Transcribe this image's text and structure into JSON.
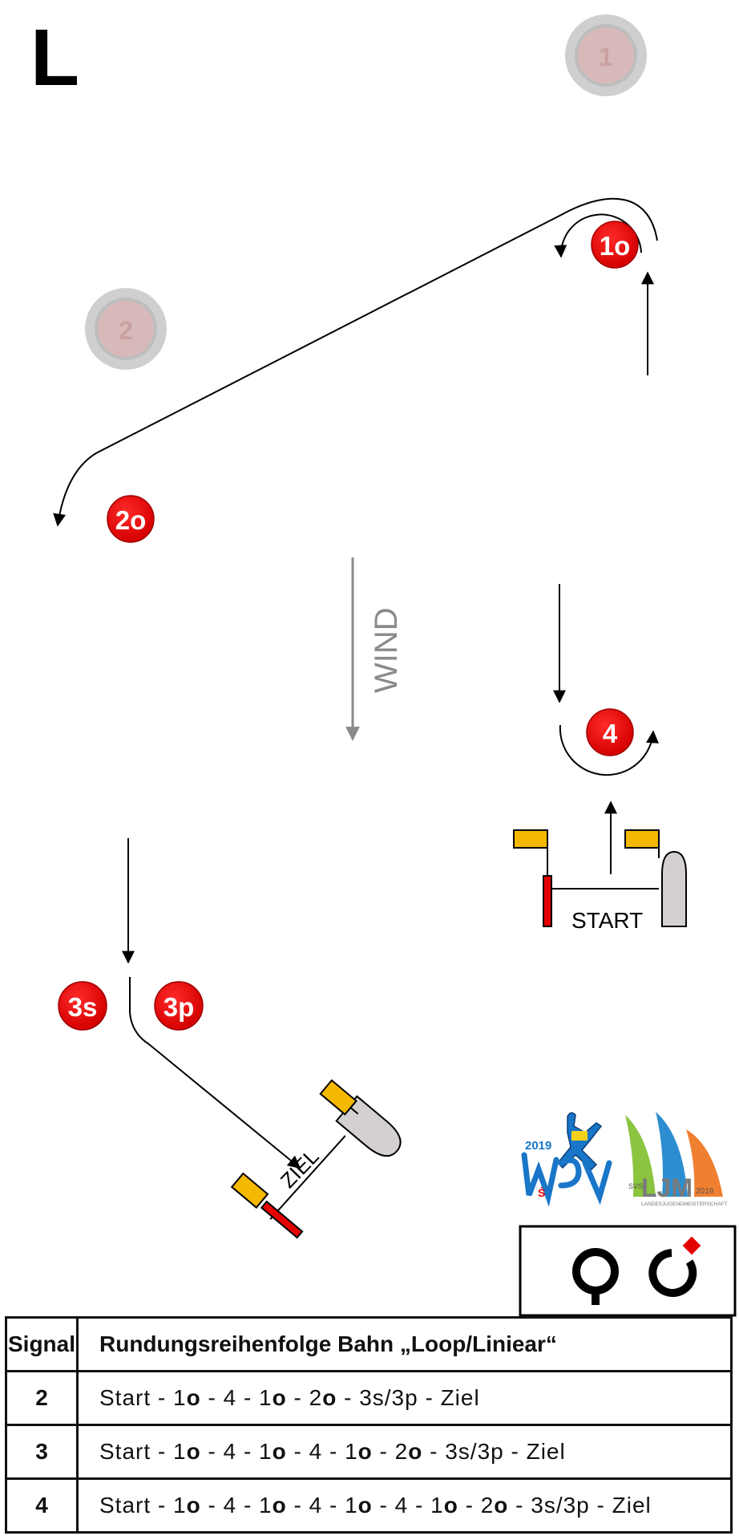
{
  "course": {
    "letter": "L",
    "wind_label": "WIND",
    "start_label": "START",
    "finish_label": "ZIEL"
  },
  "marks": {
    "m1o": "1o",
    "m2o": "2o",
    "m4": "4",
    "m3s": "3s",
    "m3p": "3p",
    "ghost1": "1",
    "ghost2": "2"
  },
  "table": {
    "header_signal": "Signal",
    "header_sequence": "Rundungsreihenfolge  Bahn „Loop/Liniear“",
    "rows": [
      {
        "signal": "2",
        "sequence": "Start - 1o - 4 - 1o - 2o - 3s/3p - Ziel"
      },
      {
        "signal": "3",
        "sequence": "Start - 1o - 4 - 1o - 4 - 1o - 2o - 3s/3p - Ziel"
      },
      {
        "signal": "4",
        "sequence": "Start - 1o - 4 - 1o - 4 - 1o - 4 - 1o - 2o - 3s/3p - Ziel"
      }
    ]
  },
  "logos": {
    "games_year": "2019",
    "ljm_text": "LJM",
    "ljm_small": "SVS",
    "ljm_year": "2019",
    "ljm_caption": "LANDESJUGENDMEISTERSCHAFT"
  },
  "colors": {
    "mark_red": "#e50000",
    "flag_yellow": "#f5b800",
    "boat_gray": "#d4d0d0",
    "wind_gray": "#888888"
  }
}
